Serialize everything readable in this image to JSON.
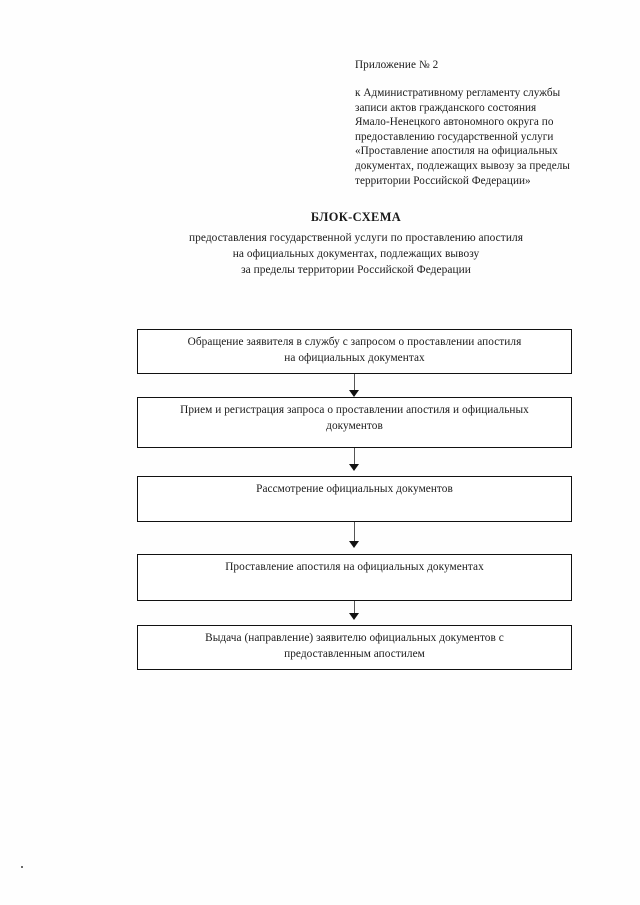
{
  "document": {
    "appendix_label": "Приложение № 2",
    "reference_lines": [
      "к Административному регламенту службы",
      "записи актов гражданского состояния",
      "Ямало-Ненецкого автономного округа по",
      "предоставлению государственной услуги",
      "«Проставление апостиля на официальных",
      "документах, подлежащих вывозу за пределы",
      "территории Российской Федерации»"
    ],
    "title": "БЛОК-СХЕМА",
    "subtitle_lines": [
      "предоставления государственной услуги по проставлению апостиля",
      "на официальных документах, подлежащих вывозу",
      "за пределы территории Российской Федерации"
    ]
  },
  "flowchart": {
    "type": "flowchart",
    "orientation": "vertical",
    "connector_style": "line-with-arrowhead",
    "steps": [
      {
        "index": 1,
        "lines": [
          "Обращение заявителя в службу с запросом о проставлении апостиля",
          "на официальных документах"
        ]
      },
      {
        "index": 2,
        "lines": [
          "Прием и регистрация запроса о проставлении апостиля и официальных",
          "документов"
        ]
      },
      {
        "index": 3,
        "lines": [
          "Рассмотрение официальных документов"
        ]
      },
      {
        "index": 4,
        "lines": [
          "Проставление апостиля на официальных документах"
        ]
      },
      {
        "index": 5,
        "lines": [
          "Выдача (направление) заявителю официальных документов с",
          "предоставленным апостилем"
        ]
      }
    ]
  }
}
